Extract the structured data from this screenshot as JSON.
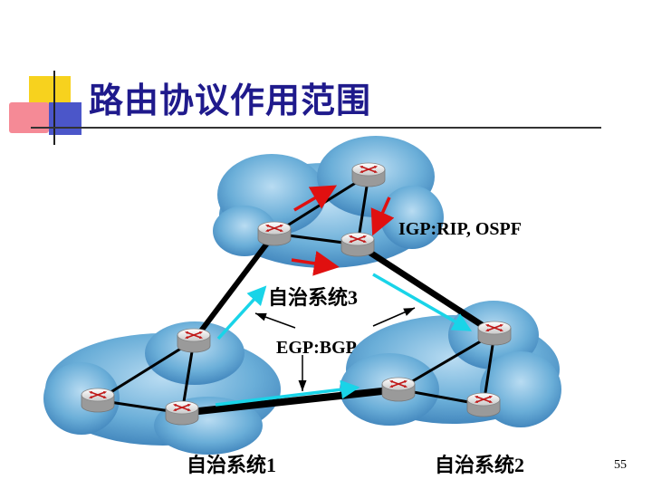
{
  "slide": {
    "title": "路由协议作用范围",
    "page_number": "55"
  },
  "diagram": {
    "igp_label": "IGP:RIP, OSPF",
    "egp_label": "EGP:BGP",
    "as_labels": {
      "as1": "自治系统1",
      "as2": "自治系统2",
      "as3": "自治系统3"
    },
    "colors": {
      "title": "#1f1a8c",
      "cloud": "#6aaed8",
      "igp_arrow": "#e01010",
      "egp_arrow": "#19d4e8",
      "link": "#000000"
    }
  }
}
